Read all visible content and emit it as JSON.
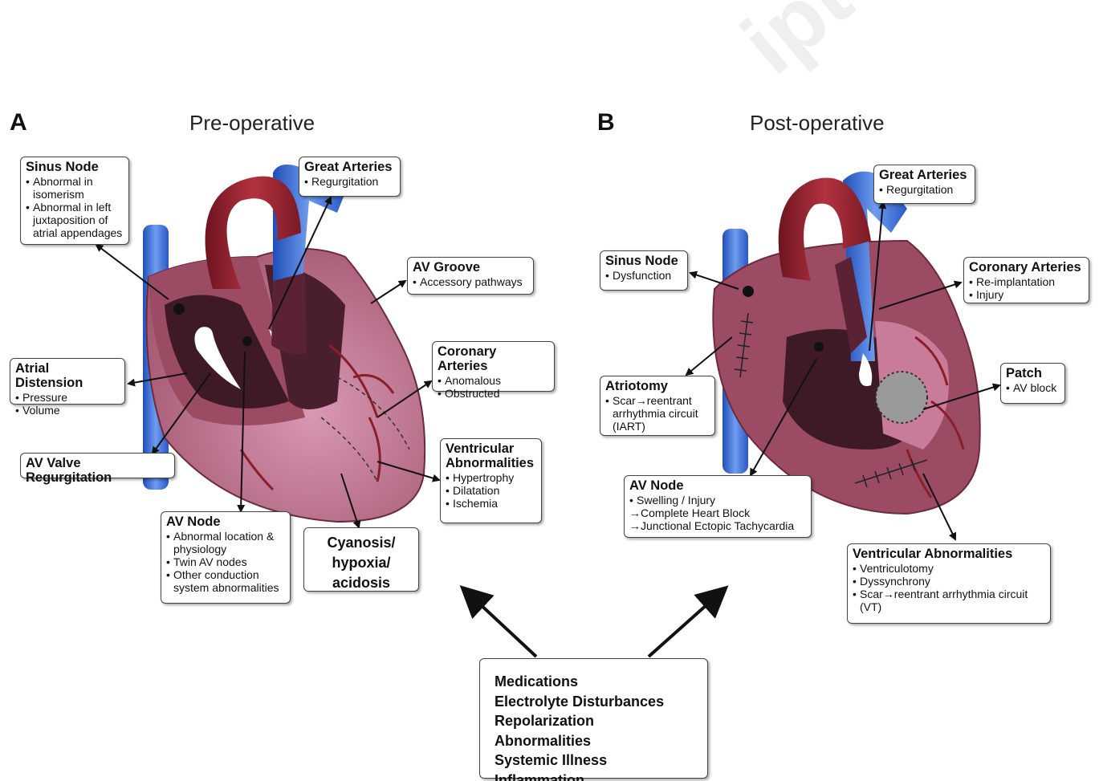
{
  "watermark": "ipt",
  "panel_a": {
    "letter": "A",
    "title": "Pre-operative",
    "boxes": {
      "sinus_node": {
        "title": "Sinus Node",
        "items": [
          "Abnormal in isomerism",
          "Abnormal in left juxtaposition of atrial appendages"
        ]
      },
      "great_arteries": {
        "title": "Great Arteries",
        "items": [
          "Regurgitation"
        ]
      },
      "av_groove": {
        "title": "AV Groove",
        "items": [
          "Accessory pathways"
        ]
      },
      "coronary_arteries": {
        "title": "Coronary Arteries",
        "items": [
          "Anomalous",
          "Obstructed"
        ]
      },
      "atrial_distension": {
        "title": "Atrial Distension",
        "items": [
          "Pressure",
          "Volume"
        ]
      },
      "av_valve": {
        "title": "AV Valve Regurgitation"
      },
      "ventricular": {
        "title": "Ventricular Abnormalities",
        "items": [
          "Hypertrophy",
          "Dilatation",
          "Ischemia"
        ]
      },
      "av_node": {
        "title": "AV Node",
        "items": [
          "Abnormal location & physiology",
          "Twin AV nodes",
          "Other conduction system abnormalities"
        ]
      },
      "cyanosis": {
        "lines": [
          "Cyanosis/",
          "hypoxia/",
          "acidosis"
        ]
      }
    }
  },
  "panel_b": {
    "letter": "B",
    "title": "Post-operative",
    "boxes": {
      "great_arteries": {
        "title": "Great Arteries",
        "items": [
          "Regurgitation"
        ]
      },
      "sinus_node": {
        "title": "Sinus Node",
        "items": [
          "Dysfunction"
        ]
      },
      "coronary_arteries": {
        "title": "Coronary Arteries",
        "items": [
          "Re-implantation",
          "Injury"
        ]
      },
      "atriotomy": {
        "title": "Atriotomy",
        "items": [
          "Scar→reentrant arrhythmia circuit (IART)"
        ]
      },
      "patch": {
        "title": "Patch",
        "items": [
          "AV block"
        ]
      },
      "av_node": {
        "title": "AV Node",
        "items": [
          "Swelling / Injury"
        ],
        "arrows": [
          "→Complete Heart Block",
          "→Junctional Ectopic Tachycardia"
        ]
      },
      "ventricular": {
        "title": "Ventricular Abnormalities",
        "items": [
          "Ventriculotomy",
          "Dyssynchrony",
          "Scar→reentrant arrhythmia circuit (VT)"
        ]
      }
    }
  },
  "factors": [
    "Medications",
    "Electrolyte Disturbances",
    "Repolarization Abnormalities",
    "Systemic Illness",
    "Inflammation"
  ],
  "colors": {
    "aorta": "#9a2530",
    "vein_blue": "#3a6fd8",
    "heart_wall": "#a35a6e",
    "ventricle_pink": "#c97b9a",
    "chamber_dark": "#3e1a26",
    "patch_gray": "#9a9a9a"
  }
}
